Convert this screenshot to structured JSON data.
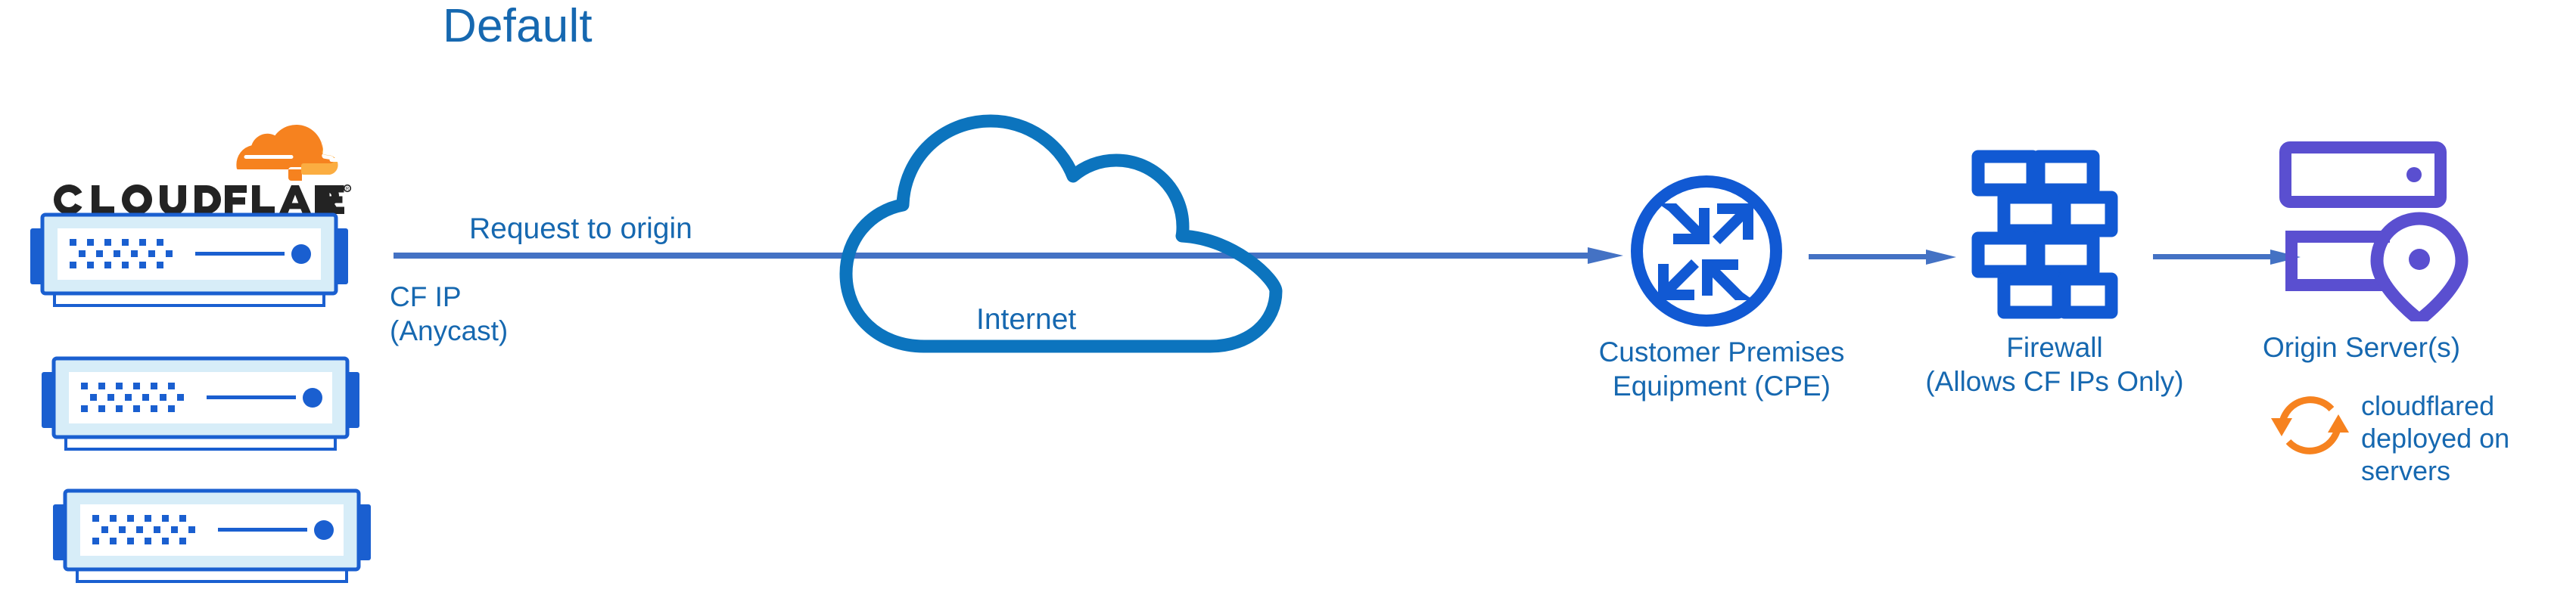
{
  "title": "Default",
  "colors": {
    "title_blue": "#1668B0",
    "label_blue": "#1668B0",
    "cloud_stroke": "#0C74BE",
    "arrow_blue": "#4472C4",
    "icon_blue": "#1159D3",
    "origin_purple": "#5A4FD0",
    "cf_orange": "#F6821F",
    "cf_orange_light": "#FBAD41",
    "server_frame": "#1A5FD0",
    "server_fill": "#D7EDF8",
    "wordmark_dark": "#232323",
    "background": "#FFFFFF"
  },
  "brand": {
    "wordmark": "CLOUDFLARE",
    "registered_mark": "®",
    "logo_icon": "cloudflare-cloud-logo"
  },
  "servers": {
    "icon_name": "cloudflare-edge-server",
    "count": 3,
    "items": [
      {
        "id": "cf-server-1"
      },
      {
        "id": "cf-server-2"
      },
      {
        "id": "cf-server-3"
      }
    ]
  },
  "flow": {
    "request_label": "Request to origin",
    "cf_ip_label": "CF IP\n(Anycast)",
    "cf_ip_line1": "CF IP",
    "cf_ip_line2": "(Anycast)",
    "arrows": [
      {
        "name": "arrow-edge-to-cpe",
        "from": "cloudflare-edge",
        "to": "cpe"
      },
      {
        "name": "arrow-cpe-to-firewall",
        "from": "cpe",
        "to": "firewall"
      },
      {
        "name": "arrow-firewall-to-origin",
        "from": "firewall",
        "to": "origin"
      }
    ]
  },
  "nodes": {
    "internet": {
      "label": "Internet",
      "icon": "cloud-icon"
    },
    "cpe": {
      "label": "Customer Premises\nEquipment (CPE)",
      "label_line1": "Customer Premises",
      "label_line2": "Equipment (CPE)",
      "icon": "router-arrows-circle-icon"
    },
    "firewall": {
      "label": "Firewall\n(Allows CF IPs Only)",
      "label_line1": "Firewall",
      "label_line2": "(Allows CF IPs Only)",
      "icon": "brick-wall-icon"
    },
    "origin": {
      "label": "Origin Server(s)",
      "icon": "server-rack-location-pin-icon"
    }
  },
  "annotations": {
    "cloudflared": {
      "icon": "sync-refresh-icon",
      "text": "cloudflared\ndeployed on\nservers",
      "line1": "cloudflared",
      "line2": "deployed on",
      "line3": "servers"
    }
  }
}
